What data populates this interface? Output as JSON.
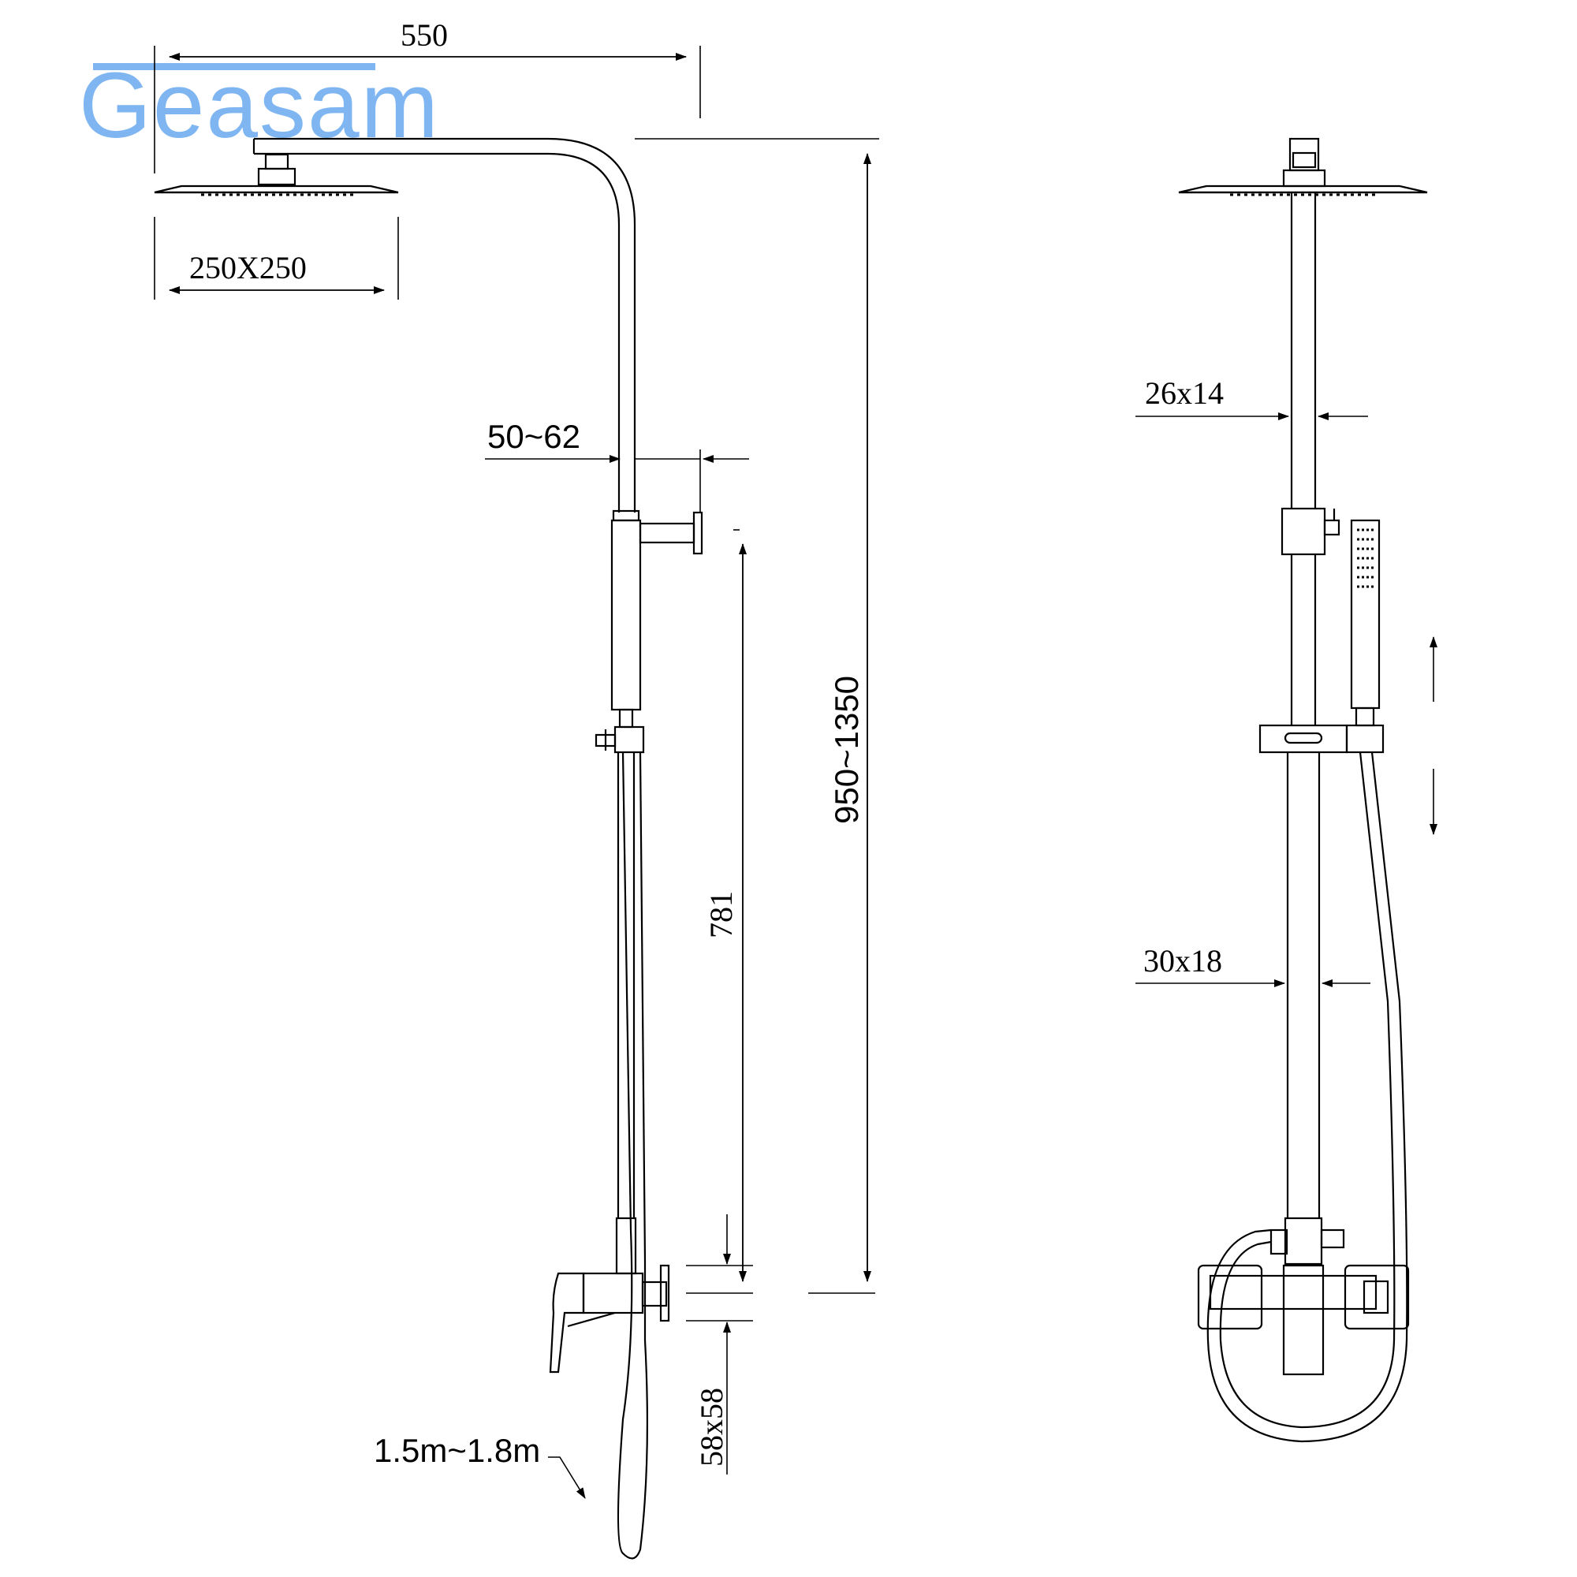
{
  "brand": {
    "logo_text": "Geasam",
    "logo_color": "#7fb6f2"
  },
  "dimensions": {
    "top_width": "550",
    "head_size": "250X250",
    "wall_offset": "50~62",
    "total_height": "950~1350",
    "slide_bar": "781",
    "mixer_body": "58x58",
    "hose_length": "1.5m~1.8m",
    "upper_tube": "26x14",
    "lower_tube": "30x18"
  }
}
